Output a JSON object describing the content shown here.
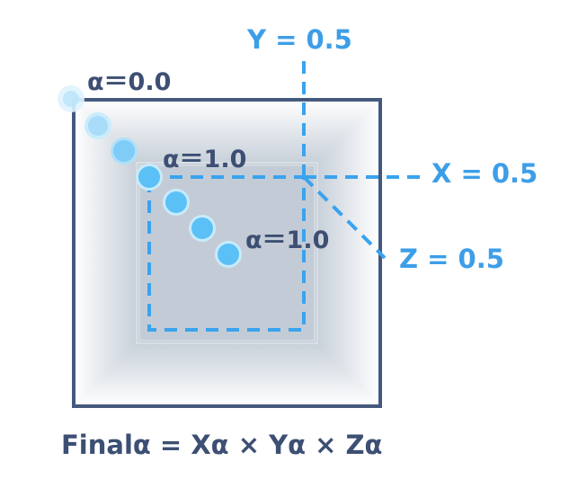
{
  "labels": {
    "alpha_start": "α＝0.0",
    "alpha_inner_top": "α＝1.0",
    "alpha_inner_mid": "α＝1.0",
    "y_axis": "Y = 0.5",
    "x_axis": "X = 0.5",
    "z_axis": "Z = 0.5",
    "formula": "Finalα = Xα × Yα × Zα"
  },
  "colors": {
    "frame": "#44597d",
    "text_dark": "#3d4f73",
    "accent_blue": "#3aa3ee",
    "accent_text": "#3d9ee8",
    "dot_fill": "#5bc0f5",
    "dot_ring": "#c8ebfc",
    "inner_fill": "#c3ccd6",
    "edge_fill": "#ffffff"
  }
}
